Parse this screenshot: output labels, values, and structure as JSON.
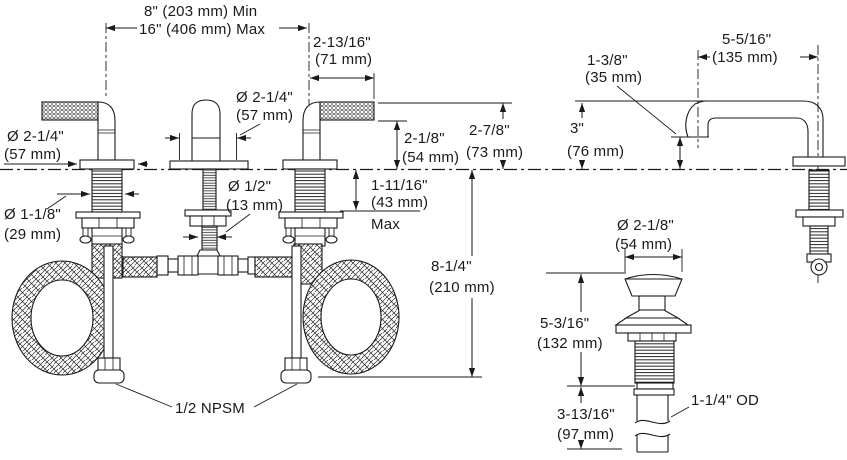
{
  "drawing": {
    "kind": "widespread faucet installation dimension diagram",
    "line_color": "#1a1a1a",
    "background": "#ffffff"
  },
  "labels": {
    "spread_min": "8\" (203 mm) Min",
    "spread_max": "16\" (406 mm) Max",
    "handle_reach_in": "2-13/16\"",
    "handle_reach_mm": "(71 mm)",
    "valve_trim_dia_in": "Ø 2-1/4\"",
    "valve_trim_dia_mm": "(57 mm)",
    "center_trim_dia_in": "Ø 2-1/4\"",
    "center_trim_dia_mm": "(57 mm)",
    "handle_clearance_in": "2-1/8\"",
    "handle_clearance_mm": "(54 mm)",
    "handle_height_in": "2-7/8\"",
    "handle_height_mm": "(73 mm)",
    "deck_max_in": "1-11/16\"",
    "deck_max_mm": "(43 mm)",
    "deck_max_note": "Max",
    "shank_dia_in": "Ø 1-1/8\"",
    "shank_dia_mm": "(29 mm)",
    "rod_dia_in": "Ø 1/2\"",
    "rod_dia_mm": "(13 mm)",
    "hose_drop_in": "8-1/4\"",
    "hose_drop_mm": "(210 mm)",
    "supply_connection": "1/2 NPSM",
    "spout_reach_in": "5-5/16\"",
    "spout_reach_mm": "(135 mm)",
    "spout_outlet_in": "1-3/8\"",
    "spout_outlet_mm": "(35 mm)",
    "spout_height_in": "3\"",
    "spout_height_mm": "(76 mm)",
    "drain_dia_in": "Ø 2-1/8\"",
    "drain_dia_mm": "(54 mm)",
    "drain_upper_in": "5-3/16\"",
    "drain_upper_mm": "(132 mm)",
    "drain_lower_in": "3-13/16\"",
    "drain_lower_mm": "(97 mm)",
    "tailpiece_od": "1-1/4\" OD"
  }
}
